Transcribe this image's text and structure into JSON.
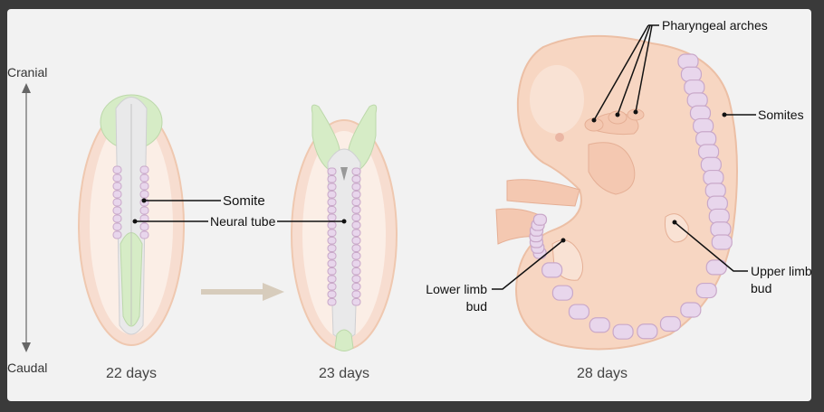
{
  "axis": {
    "top": "Cranial",
    "bottom": "Caudal"
  },
  "stages": [
    {
      "label": "22 days"
    },
    {
      "label": "23 days"
    },
    {
      "label": "28 days"
    }
  ],
  "labels": {
    "somite": "Somite",
    "neural_tube": "Neural tube",
    "pharyngeal_arches": "Pharyngeal arches",
    "somites": "Somites",
    "lower_limb_bud_1": "Lower limb",
    "lower_limb_bud_2": "bud",
    "upper_limb_bud_1": "Upper limb",
    "upper_limb_bud_2": "bud"
  },
  "colors": {
    "background": "#f2f2f2",
    "outer_frame": "#3a3a3a",
    "embryo_skin": "#f7d6c2",
    "embryo_outline": "#ecbfa5",
    "somite_fill": "#e8d6ec",
    "somite_stroke": "#c9a8c9",
    "neural_green": "#d6ecc6",
    "neural_grey": "#e9e9ea",
    "arrow": "#d7ccbc",
    "axis_arrow": "#666666",
    "leader_line": "#111111"
  }
}
